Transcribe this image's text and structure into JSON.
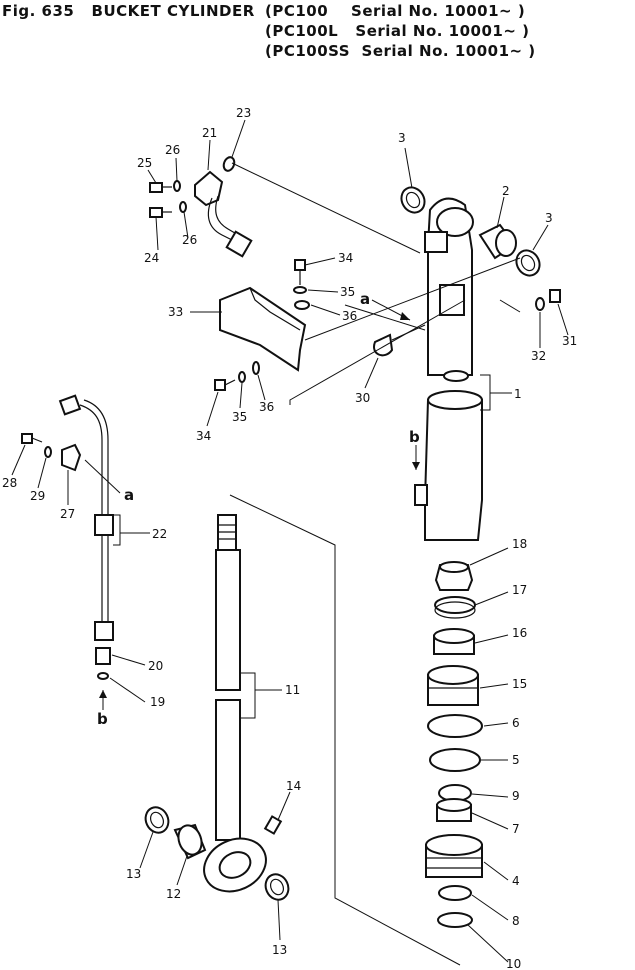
{
  "header": {
    "figure_title": "Fig. 635   BUCKET CYLINDER",
    "serial_lines": [
      "(PC100    Serial No. 10001~ )",
      "(PC100L   Serial No. 10001~ )",
      "(PC100SS  Serial No. 10001~ )"
    ]
  },
  "callouts": {
    "p1": "1",
    "p2": "2",
    "p3a": "3",
    "p3b": "3",
    "p4": "4",
    "p5": "5",
    "p6": "6",
    "p7": "7",
    "p8": "8",
    "p9": "9",
    "p10": "10",
    "p11": "11",
    "p12": "12",
    "p13a": "13",
    "p13b": "13",
    "p14": "14",
    "p15": "15",
    "p16": "16",
    "p17": "17",
    "p18": "18",
    "p19": "19",
    "p20": "20",
    "p21": "21",
    "p22": "22",
    "p23": "23",
    "p24": "24",
    "p25": "25",
    "p26a": "26",
    "p26b": "26",
    "p27": "27",
    "p28": "28",
    "p29": "29",
    "p30": "30",
    "p31": "31",
    "p32": "32",
    "p33": "33",
    "p34a": "34",
    "p34b": "34",
    "p35a": "35",
    "p35b": "35",
    "p36a": "36",
    "p36b": "36"
  },
  "ref_marks": {
    "a_upper": "a",
    "a_lower": "a",
    "b_upper": "b",
    "b_lower": "b"
  }
}
